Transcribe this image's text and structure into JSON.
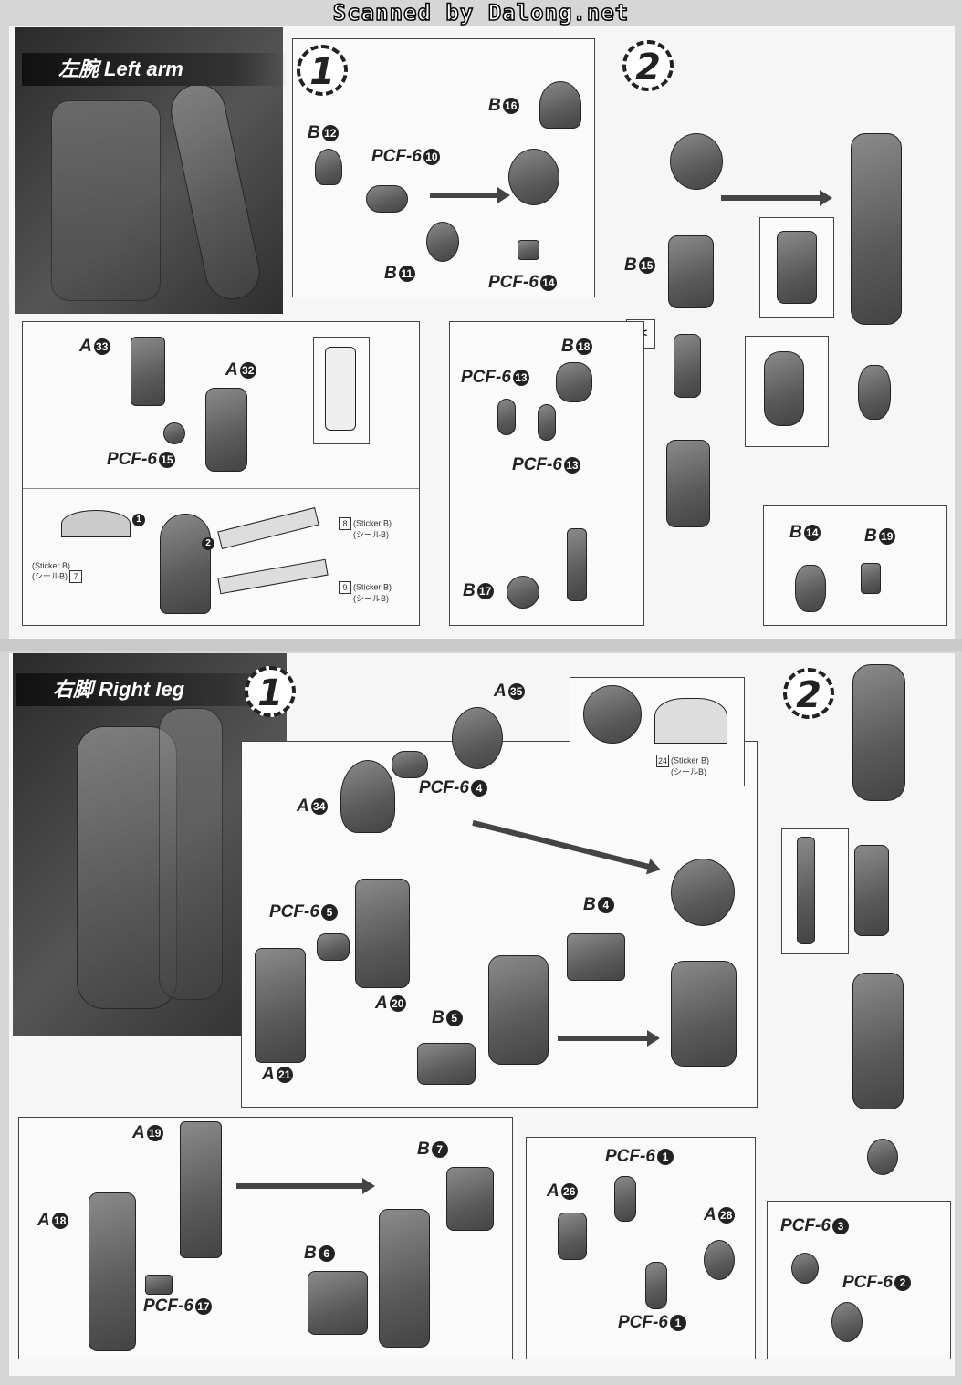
{
  "banner": "Scanned by Dalong.net",
  "left_arm": {
    "title_jp": "左腕",
    "title_en": "Left arm",
    "step1": {
      "number": "1",
      "labels": [
        {
          "code": "B",
          "num": "12"
        },
        {
          "code": "PCF-6",
          "num": "10"
        },
        {
          "code": "B",
          "num": "11"
        },
        {
          "code": "B",
          "num": "16"
        },
        {
          "code": "PCF-6",
          "num": "14"
        }
      ]
    },
    "sub_a": {
      "labels": [
        {
          "code": "A",
          "num": "33"
        },
        {
          "code": "A",
          "num": "32"
        },
        {
          "code": "PCF-6",
          "num": "15"
        }
      ],
      "sticker_8": {
        "num": "8",
        "text1": "(Sticker B)",
        "text2": "(シールB)"
      },
      "sticker_9": {
        "num": "9",
        "text1": "(Sticker B)",
        "text2": "(シールB)"
      },
      "sticker_7": {
        "num": "7",
        "text1": "(Sticker B)",
        "text2": "(シールB)"
      },
      "marker1": "1",
      "marker2": "2"
    },
    "sub_b": {
      "labels": [
        {
          "code": "B",
          "num": "18"
        },
        {
          "code": "PCF-6",
          "num": "13"
        },
        {
          "code": "PCF-6",
          "num": "13"
        },
        {
          "code": "B",
          "num": "17"
        }
      ]
    },
    "step2": {
      "number": "2",
      "labels": [
        {
          "code": "B",
          "num": "15"
        },
        {
          "code": "B",
          "num": "14"
        },
        {
          "code": "B",
          "num": "19"
        }
      ]
    }
  },
  "right_leg": {
    "title_jp": "右脚",
    "title_en": "Right leg",
    "step1": {
      "number": "1",
      "labels": [
        {
          "code": "A",
          "num": "35"
        },
        {
          "code": "PCF-6",
          "num": "4"
        },
        {
          "code": "A",
          "num": "34"
        },
        {
          "code": "PCF-6",
          "num": "5"
        },
        {
          "code": "A",
          "num": "20"
        },
        {
          "code": "A",
          "num": "21"
        },
        {
          "code": "B",
          "num": "4"
        },
        {
          "code": "B",
          "num": "5"
        }
      ],
      "sticker_24": {
        "num": "24",
        "text1": "(Sticker B)",
        "text2": "(シールB)"
      }
    },
    "sub_lower": {
      "labels": [
        {
          "code": "A",
          "num": "19"
        },
        {
          "code": "A",
          "num": "18"
        },
        {
          "code": "PCF-6",
          "num": "17"
        },
        {
          "code": "B",
          "num": "7"
        },
        {
          "code": "B",
          "num": "6"
        }
      ]
    },
    "sub_knee": {
      "labels": [
        {
          "code": "PCF-6",
          "num": "1"
        },
        {
          "code": "A",
          "num": "26"
        },
        {
          "code": "A",
          "num": "28"
        },
        {
          "code": "PCF-6",
          "num": "1"
        },
        {
          "code": "PCF-6",
          "num": "3"
        },
        {
          "code": "PCF-6",
          "num": "2"
        }
      ]
    },
    "step2": {
      "number": "2"
    }
  }
}
